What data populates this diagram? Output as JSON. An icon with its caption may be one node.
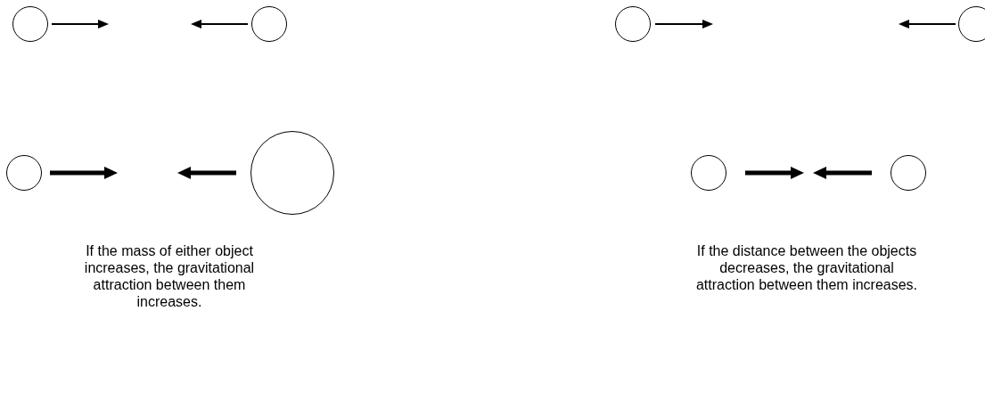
{
  "diagram": {
    "nodes": [
      {
        "text": [],
        "shape": "circle"
      },
      {
        "text": [],
        "shape": "circle"
      },
      {
        "text": [],
        "shape": "circle"
      },
      {
        "text": [],
        "shape": "circle"
      },
      {
        "text": [],
        "shape": "circle"
      },
      {
        "text": [],
        "shape": "circle"
      },
      {
        "text": [],
        "shape": "circle"
      },
      {
        "text": [],
        "shape": "circle"
      }
    ],
    "labels": [
      "If the mass of either object increases, the gravitational attraction between them increases.",
      "If the distance between the objects decreases, the gravitational attraction between them increases."
    ]
  }
}
